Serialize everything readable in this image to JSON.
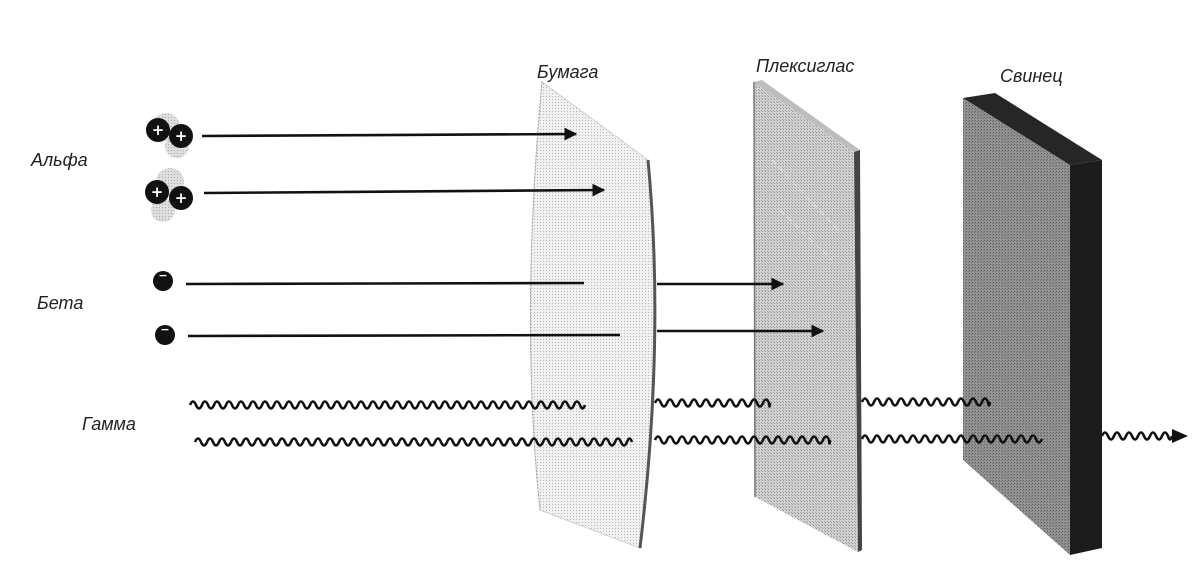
{
  "materials": {
    "paper": "Бумага",
    "plexiglass": "Плексиглас",
    "lead": "Свинец"
  },
  "radiation": {
    "alpha": "Альфа",
    "beta": "Бета",
    "gamma": "Гамма"
  },
  "colors": {
    "ray": "#111111",
    "paper": "#ececec",
    "plexiglass": "#c8c8c8",
    "lead_front": "#8a8a8a",
    "lead_side": "#2a2a2a"
  },
  "particles": {
    "alpha_symbol": "+",
    "beta_symbol": "−"
  }
}
